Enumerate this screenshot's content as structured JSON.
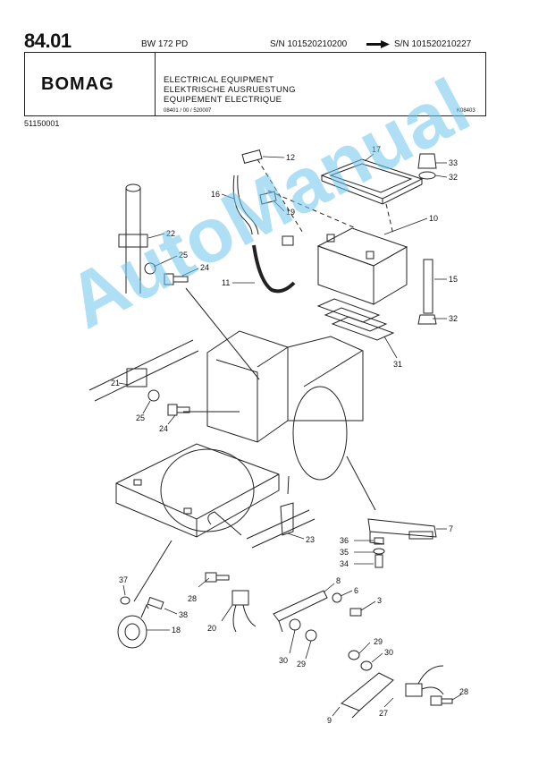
{
  "header": {
    "page_number": "84.01",
    "model": "BW 172 PD",
    "sn_from": "S/N 101520210200",
    "sn_to": "S/N 101520210227"
  },
  "title_block": {
    "logo": "BOMAG",
    "title_en": "ELECTRICAL EQUIPMENT",
    "title_de": "ELEKTRISCHE AUSRUESTUNG",
    "title_fr": "EQUIPEMENT ELECTRIQUE",
    "doc_code": "08401 / 00 / 520007",
    "figure_code": "K08403"
  },
  "part_number": "51150001",
  "watermark": "AutoManual",
  "callouts": [
    "12",
    "17",
    "33",
    "32",
    "16",
    "19",
    "10",
    "22",
    "25",
    "24",
    "11",
    "15",
    "32",
    "31",
    "21",
    "25",
    "24",
    "23",
    "7",
    "36",
    "35",
    "34",
    "8",
    "6",
    "3",
    "37",
    "28",
    "38",
    "18",
    "20",
    "30",
    "29",
    "29",
    "30",
    "28",
    "27",
    "9"
  ]
}
